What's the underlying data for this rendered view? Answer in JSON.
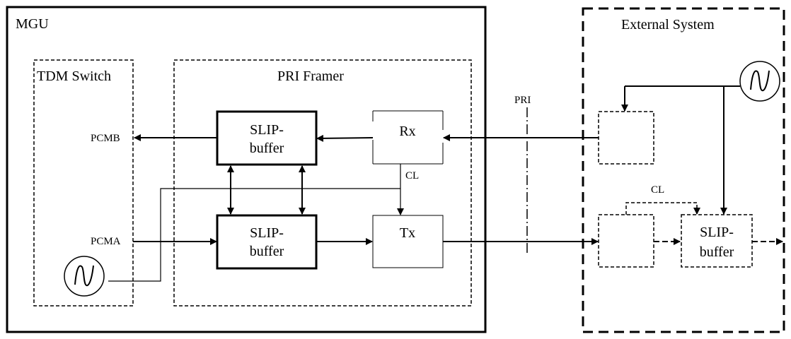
{
  "labels": {
    "mgu": "MGU",
    "external_system": "External System",
    "tdm_switch": "TDM Switch",
    "pri_framer": "PRI Framer",
    "pri": "PRI",
    "pcmb": "PCMB",
    "pcma": "PCMA",
    "slip_top_line1": "SLIP-",
    "slip_top_line2": "buffer",
    "slip_bottom_line1": "SLIP-",
    "slip_bottom_line2": "buffer",
    "rx": "Rx",
    "tx": "Tx",
    "cl_internal": "CL",
    "cl_external": "CL",
    "ext_slip_line1": "SLIP-",
    "ext_slip_line2": "buffer"
  },
  "icons": {
    "internal_clock": "clock-source-icon",
    "external_clock": "clock-source-icon"
  }
}
